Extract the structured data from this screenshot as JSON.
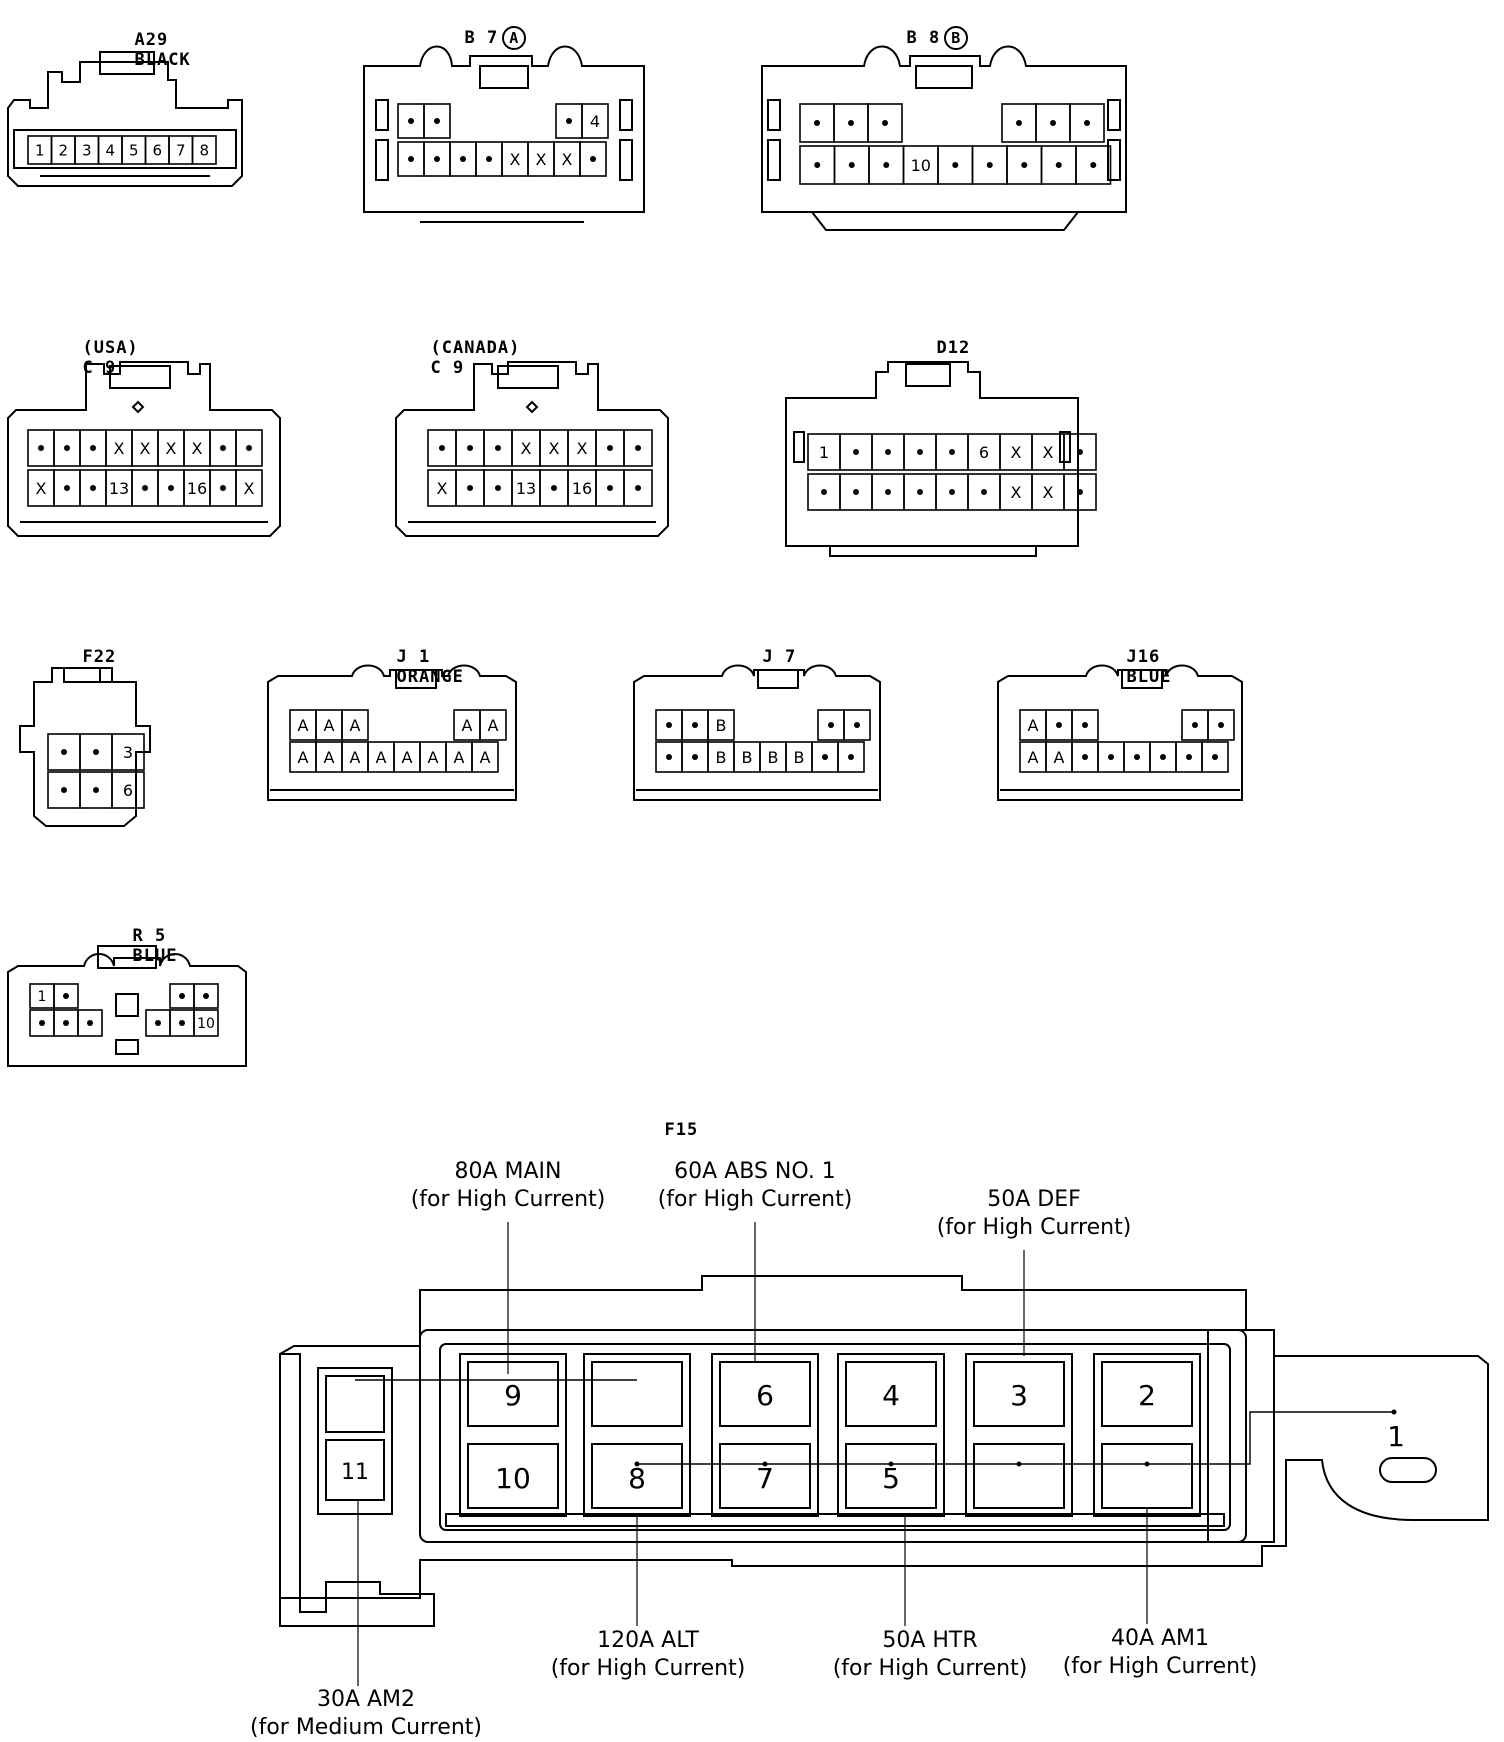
{
  "connectors": {
    "a29": {
      "code": "A29",
      "color": "BLACK",
      "pins": [
        "1",
        "2",
        "3",
        "4",
        "5",
        "6",
        "7",
        "8"
      ]
    },
    "b7": {
      "code": "B 7",
      "variant": "A",
      "top": [
        "•",
        "•",
        "•",
        "4"
      ],
      "bottom": [
        "•",
        "•",
        "•",
        "•",
        "X",
        "X",
        "X",
        "•"
      ]
    },
    "b8": {
      "code": "B 8",
      "variant": "B",
      "top": [
        "•",
        "•",
        "•",
        "•",
        "•",
        "•"
      ],
      "bottom": [
        "•",
        "•",
        "•",
        "10",
        "•",
        "•",
        "•",
        "•",
        "•"
      ]
    },
    "c9usa": {
      "market": "(USA)",
      "code": "C 9",
      "top": [
        "•",
        "•",
        "•",
        "X",
        "X",
        "X",
        "X",
        "•",
        "•"
      ],
      "bottom": [
        "X",
        "•",
        "•",
        "13",
        "•",
        "•",
        "16",
        "•",
        "X"
      ]
    },
    "c9can": {
      "market": "(CANADA)",
      "code": "C 9",
      "top": [
        "•",
        "•",
        "•",
        "X",
        "X",
        "X",
        "•",
        "•"
      ],
      "bottom": [
        "X",
        "•",
        "•",
        "13",
        "•",
        "16",
        "•",
        "•"
      ]
    },
    "d12": {
      "code": "D12",
      "top": [
        "1",
        "•",
        "•",
        "•",
        "•",
        "6",
        "X",
        "X",
        "•"
      ],
      "bottom": [
        "•",
        "•",
        "•",
        "•",
        "•",
        "•",
        "X",
        "X",
        "•"
      ]
    },
    "f22": {
      "code": "F22",
      "top": [
        "•",
        "•",
        "3"
      ],
      "bottom": [
        "•",
        "•",
        "6"
      ]
    },
    "j1": {
      "code": "J 1",
      "color": "ORANGE",
      "top": [
        "A",
        "A",
        "A",
        "A",
        "A"
      ],
      "bottom": [
        "A",
        "A",
        "A",
        "A",
        "A",
        "A",
        "A",
        "A"
      ]
    },
    "j7": {
      "code": "J 7",
      "top": [
        "•",
        "•",
        "B",
        "•",
        "•"
      ],
      "bottom": [
        "•",
        "•",
        "B",
        "B",
        "B",
        "B",
        "•",
        "•"
      ]
    },
    "j16": {
      "code": "J16",
      "color": "BLUE",
      "top": [
        "A",
        "•",
        "•",
        "•",
        "•"
      ],
      "bottom": [
        "A",
        "A",
        "•",
        "•",
        "•",
        "•",
        "•",
        "•"
      ]
    },
    "r5": {
      "code": "R 5",
      "color": "BLUE",
      "top": [
        "1",
        "•",
        "•",
        "•"
      ],
      "bottom": [
        "•",
        "•",
        "•",
        "•",
        "•",
        "10"
      ]
    }
  },
  "fuse_block": {
    "code": "F15",
    "positions": [
      "1",
      "2",
      "3",
      "4",
      "5",
      "6",
      "7",
      "8",
      "9",
      "10",
      "11"
    ],
    "fuses": {
      "main": {
        "rating": "80A MAIN",
        "note": "(for High Current)"
      },
      "abs": {
        "rating": "60A ABS NO. 1",
        "note": "(for High Current)"
      },
      "def": {
        "rating": "50A DEF",
        "note": "(for High Current)"
      },
      "alt": {
        "rating": "120A ALT",
        "note": "(for High Current)"
      },
      "htr": {
        "rating": "50A HTR",
        "note": "(for High Current)"
      },
      "am1": {
        "rating": "40A AM1",
        "note": "(for High Current)"
      },
      "am2": {
        "rating": "30A AM2",
        "note": "(for Medium Current)"
      }
    }
  }
}
